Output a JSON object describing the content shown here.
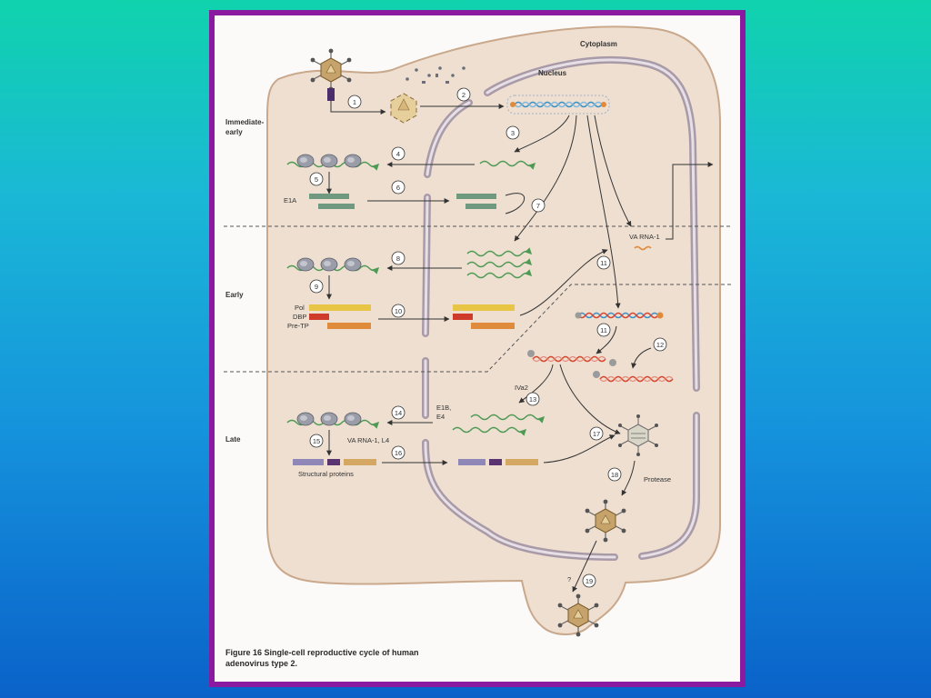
{
  "colors": {
    "frame": "#8a1aa0",
    "cell_fill": "#eedfd0",
    "cell_stroke": "#c9a88c",
    "nucleus_membrane": "#a99aa8",
    "rna_green": "#4e9a55",
    "dna_blue": "#3a8fc7",
    "dna_red": "#d6432e",
    "protein_green": "#6f9a80",
    "pol_yellow": "#e9c545",
    "dbp_red": "#cf3b2b",
    "pretp_orange": "#e08a3c",
    "struct_violet": "#8e87b8",
    "struct_purple": "#5a3470",
    "struct_tan": "#d4a862",
    "virion_gold": "#c6a36a"
  },
  "labels": {
    "cytoplasm": "Cytoplasm",
    "nucleus": "Nucleus",
    "immediate_early_1": "Immediate-",
    "immediate_early_2": "early",
    "early": "Early",
    "late": "Late",
    "e1a": "E1A",
    "pol": "Pol",
    "dbp": "DBP",
    "pre_tp": "Pre-TP",
    "va_rna": "VA RNA-1",
    "iva2": "IVa2",
    "e1b": "E1B,",
    "e4": "E4",
    "va_rna_l4": "VA RNA-1, L4",
    "structural_proteins": "Structural proteins",
    "protease": "Protease",
    "question": "?"
  },
  "steps": [
    "1",
    "2",
    "3",
    "4",
    "5",
    "6",
    "7",
    "8",
    "9",
    "10",
    "11",
    "11",
    "11",
    "12",
    "13",
    "14",
    "15",
    "16",
    "17",
    "18",
    "19"
  ],
  "caption": {
    "line1": "Figure 16  Single-cell reproductive cycle of human",
    "line2": "adenovirus type 2."
  }
}
